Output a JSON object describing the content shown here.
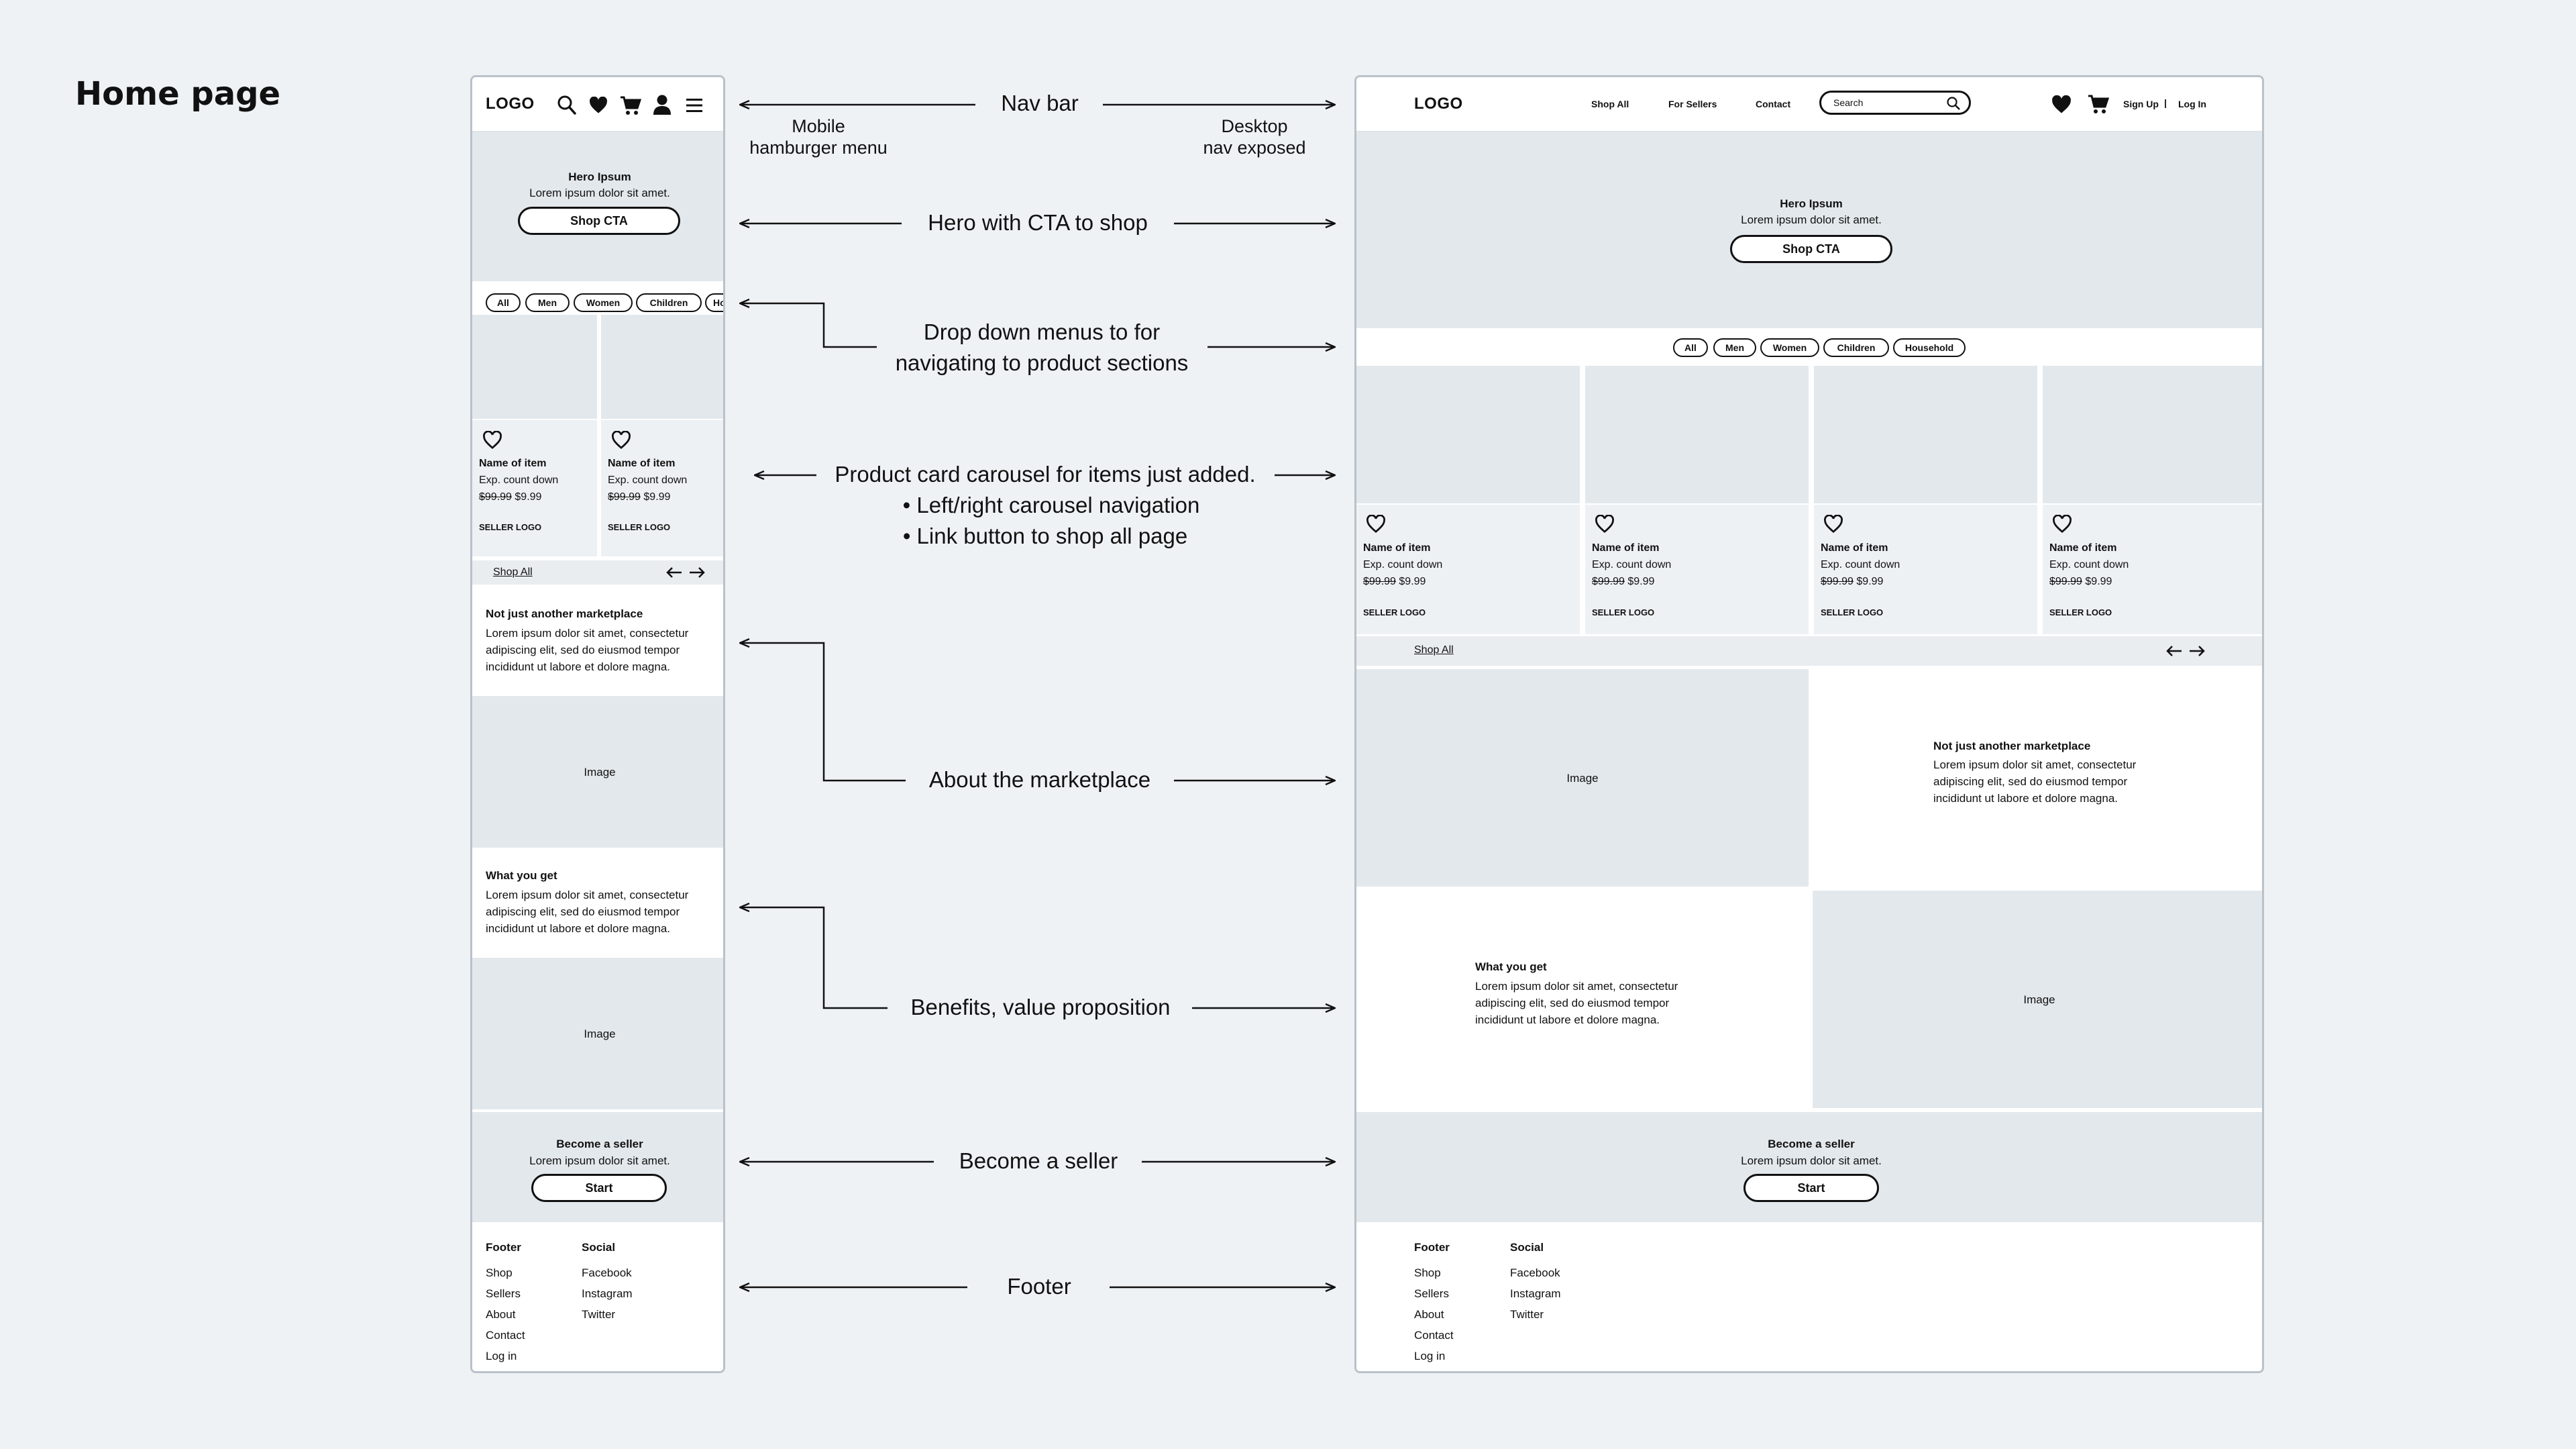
{
  "page_title": "Home page",
  "common": {
    "logo": "LOGO",
    "hero_title": "Hero Ipsum",
    "hero_text": "Lorem ipsum dolor sit amet.",
    "hero_cta": "Shop CTA",
    "categories": [
      "All",
      "Men",
      "Women",
      "Children",
      "Household"
    ],
    "card": {
      "name": "Name of item",
      "countdown": "Exp. count down",
      "old_price": "$99.99",
      "new_price": "$9.99",
      "seller": "SELLER LOGO"
    },
    "shop_all": "Shop All",
    "about_title": "Not just another marketplace",
    "about_text": "Lorem ipsum dolor sit amet, consectetur adipiscing elit, sed do eiusmod tempor incididunt ut labore et dolore magna.",
    "benefits_title": "What you get",
    "benefits_text": "Lorem ipsum dolor sit amet, consectetur adipiscing elit, sed do eiusmod tempor incididunt ut labore et dolore magna.",
    "image_label": "Image",
    "seller_title": "Become a seller",
    "seller_text": "Lorem ipsum dolor sit amet.",
    "seller_cta": "Start",
    "footer_heading": "Footer",
    "footer_links": [
      "Shop",
      "Sellers",
      "About",
      "Contact",
      "Log in"
    ],
    "social_heading": "Social",
    "social_links": [
      "Facebook",
      "Instagram",
      "Twitter"
    ]
  },
  "mobile": {
    "categories_visible": [
      "All",
      "Men",
      "Women",
      "Children",
      "Ho"
    ]
  },
  "desktop": {
    "nav_links": [
      "Shop All",
      "For Sellers",
      "Contact"
    ],
    "search_placeholder": "Search",
    "sign_up": "Sign Up",
    "separator": "|",
    "log_in": "Log In"
  },
  "annotations": {
    "nav_bar": "Nav bar",
    "mobile_note_1": "Mobile",
    "mobile_note_2": "hamburger menu",
    "desktop_note_1": "Desktop",
    "desktop_note_2": "nav exposed",
    "hero": "Hero with CTA to shop",
    "dropdown_1": "Drop down menus to for",
    "dropdown_2": "navigating to product sections",
    "carousel_1": "Product card carousel for items just added.",
    "carousel_2": "Left/right carousel navigation",
    "carousel_3": "Link button to shop all page",
    "about": "About the marketplace",
    "benefits": "Benefits, value proposition",
    "seller": "Become a seller",
    "footer": "Footer"
  },
  "icons": [
    "search-icon",
    "heart-icon",
    "cart-icon",
    "user-icon",
    "hamburger-icon",
    "arrow-left-icon",
    "arrow-right-icon"
  ],
  "colors": {
    "background": "#eff2f5",
    "placeholder_gray": "#e3e8ec",
    "frame_border": "#b9c1c9"
  }
}
